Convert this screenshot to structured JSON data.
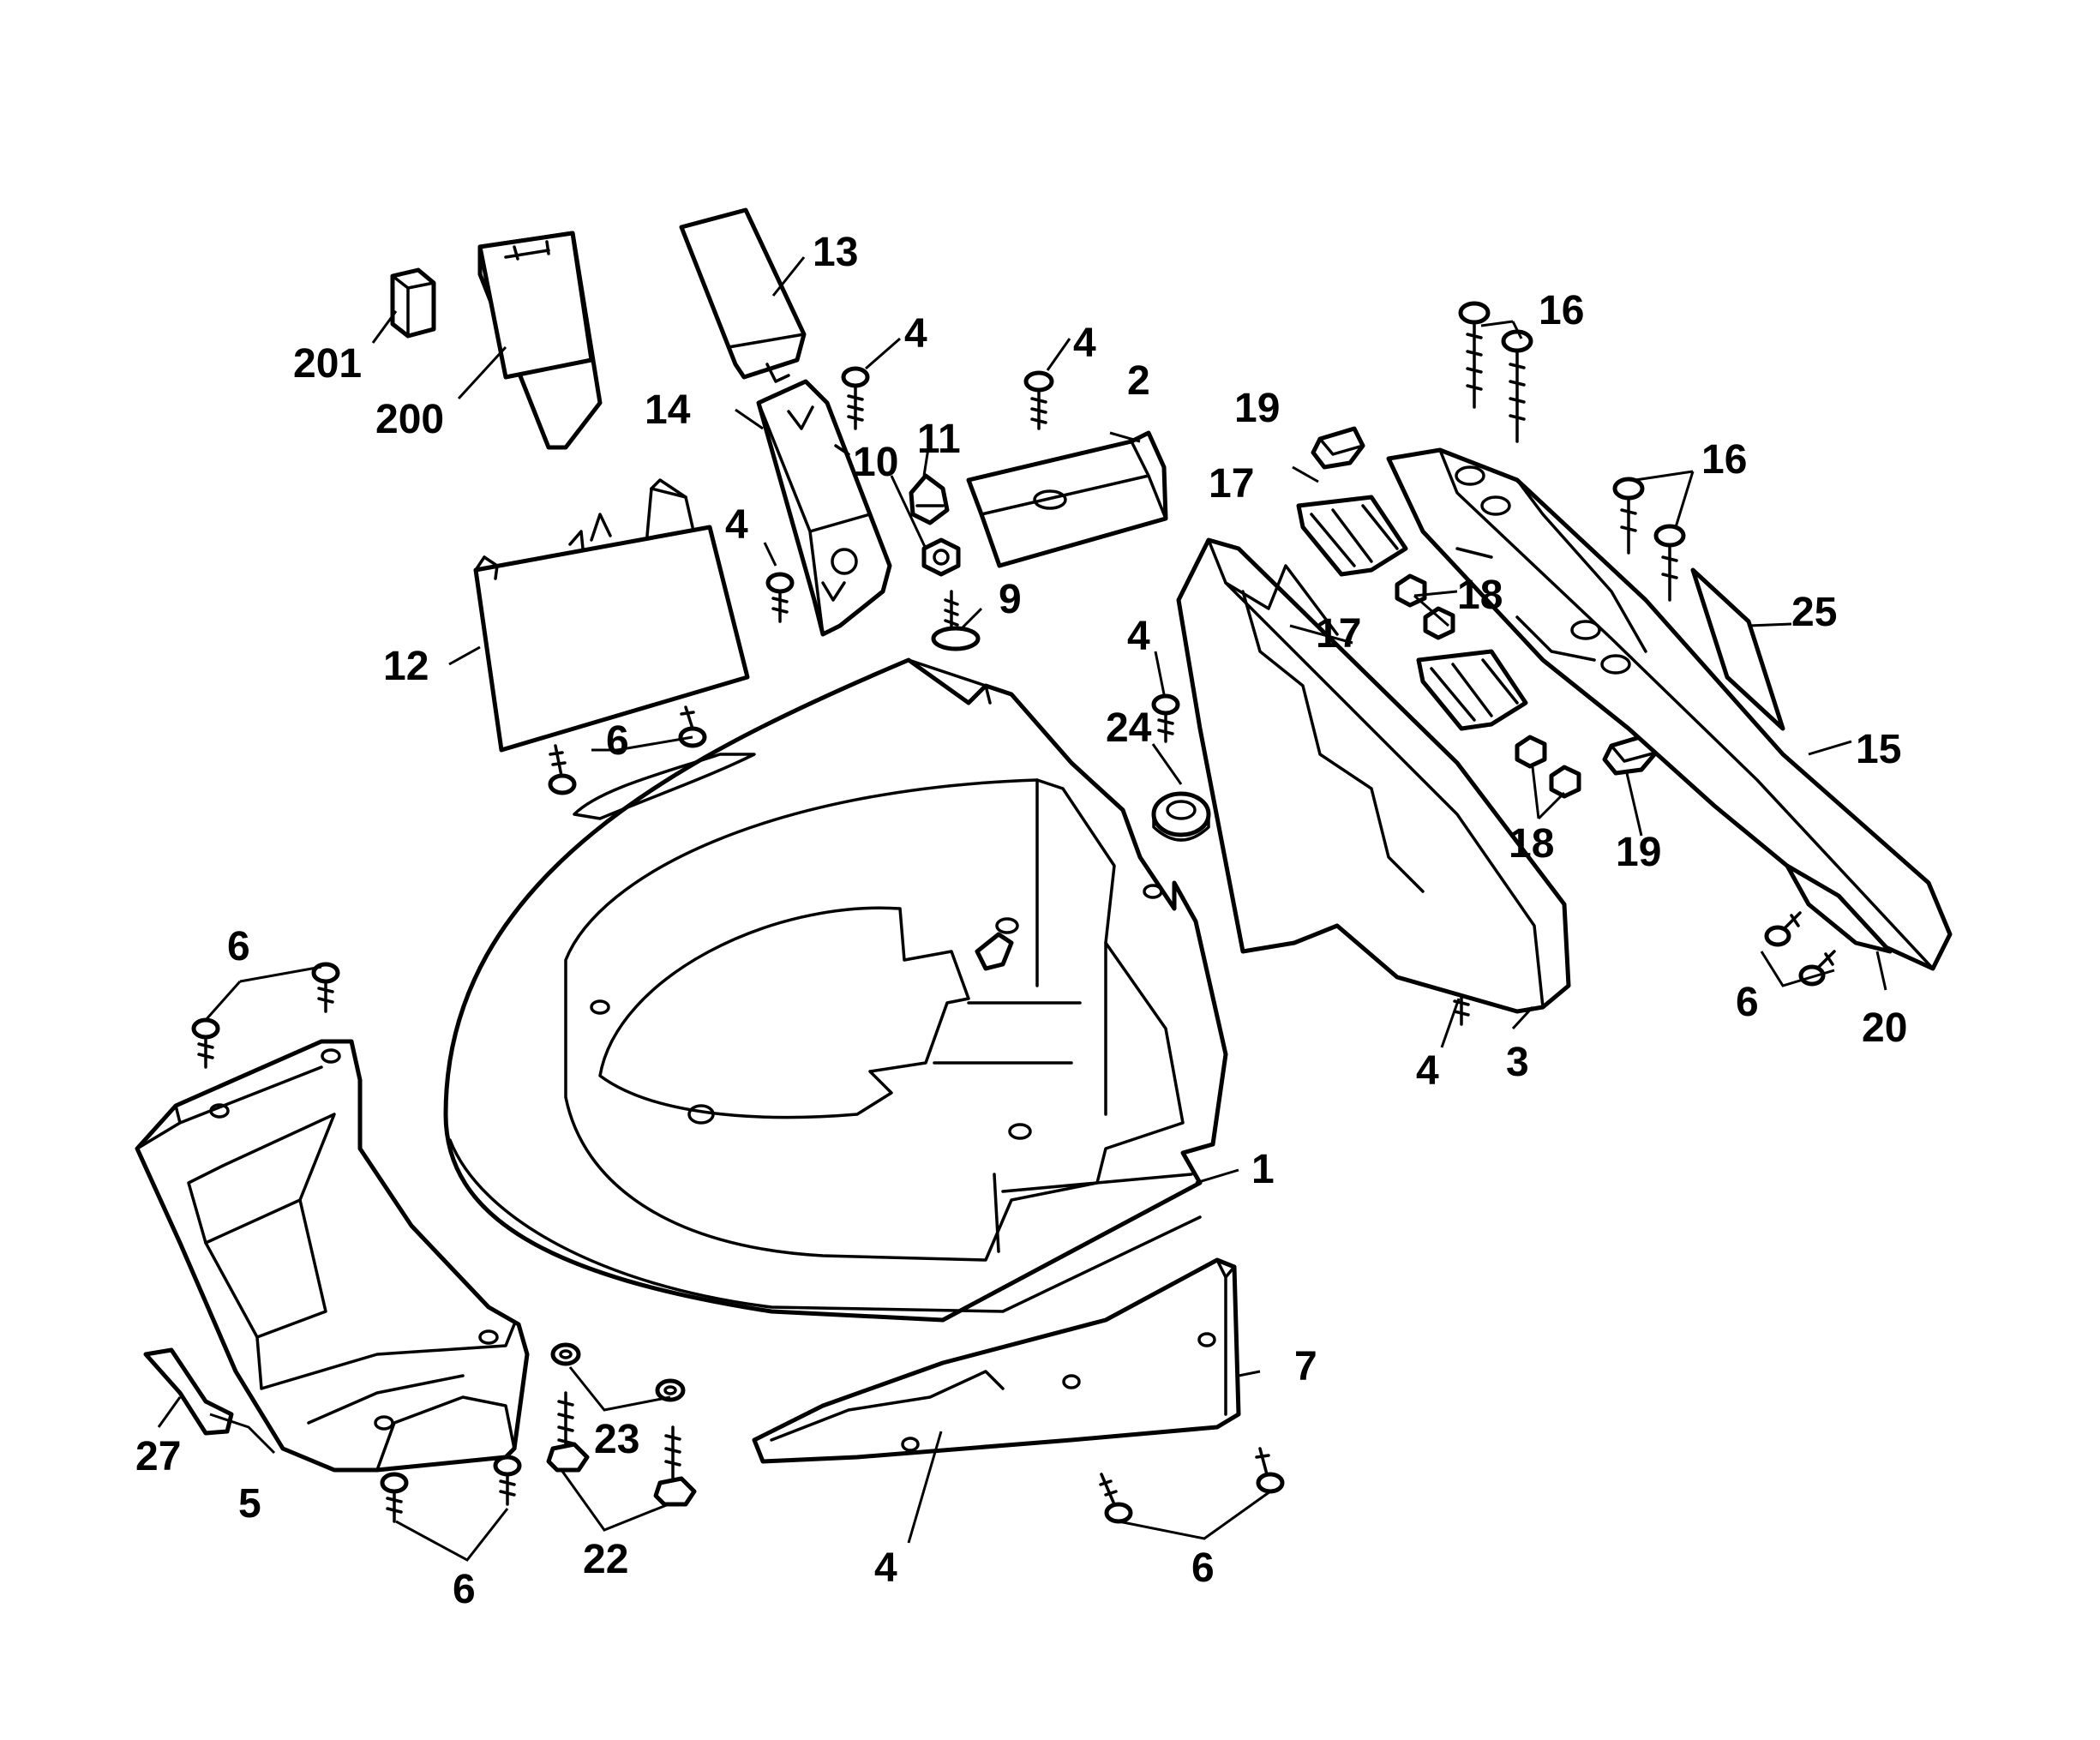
{
  "callouts": [
    {
      "id": "c1",
      "text": "1"
    },
    {
      "id": "c2",
      "text": "2"
    },
    {
      "id": "c3",
      "text": "3"
    },
    {
      "id": "c4a",
      "text": "4"
    },
    {
      "id": "c4b",
      "text": "4"
    },
    {
      "id": "c4c",
      "text": "4"
    },
    {
      "id": "c4d",
      "text": "4"
    },
    {
      "id": "c4e",
      "text": "4"
    },
    {
      "id": "c4f",
      "text": "4"
    },
    {
      "id": "c5",
      "text": "5"
    },
    {
      "id": "c6a",
      "text": "6"
    },
    {
      "id": "c6b",
      "text": "6"
    },
    {
      "id": "c6c",
      "text": "6"
    },
    {
      "id": "c6d",
      "text": "6"
    },
    {
      "id": "c6e",
      "text": "6"
    },
    {
      "id": "c7",
      "text": "7"
    },
    {
      "id": "c9",
      "text": "9"
    },
    {
      "id": "c10",
      "text": "10"
    },
    {
      "id": "c11",
      "text": "11"
    },
    {
      "id": "c12",
      "text": "12"
    },
    {
      "id": "c13",
      "text": "13"
    },
    {
      "id": "c14",
      "text": "14"
    },
    {
      "id": "c15",
      "text": "15"
    },
    {
      "id": "c16a",
      "text": "16"
    },
    {
      "id": "c16b",
      "text": "16"
    },
    {
      "id": "c17a",
      "text": "17"
    },
    {
      "id": "c17b",
      "text": "17"
    },
    {
      "id": "c18a",
      "text": "18"
    },
    {
      "id": "c18b",
      "text": "18"
    },
    {
      "id": "c19a",
      "text": "19"
    },
    {
      "id": "c19b",
      "text": "19"
    },
    {
      "id": "c20",
      "text": "20"
    },
    {
      "id": "c22",
      "text": "22"
    },
    {
      "id": "c23",
      "text": "23"
    },
    {
      "id": "c24",
      "text": "24"
    },
    {
      "id": "c25",
      "text": "25"
    },
    {
      "id": "c27",
      "text": "27"
    },
    {
      "id": "c200",
      "text": "200"
    },
    {
      "id": "c201",
      "text": "201"
    }
  ]
}
